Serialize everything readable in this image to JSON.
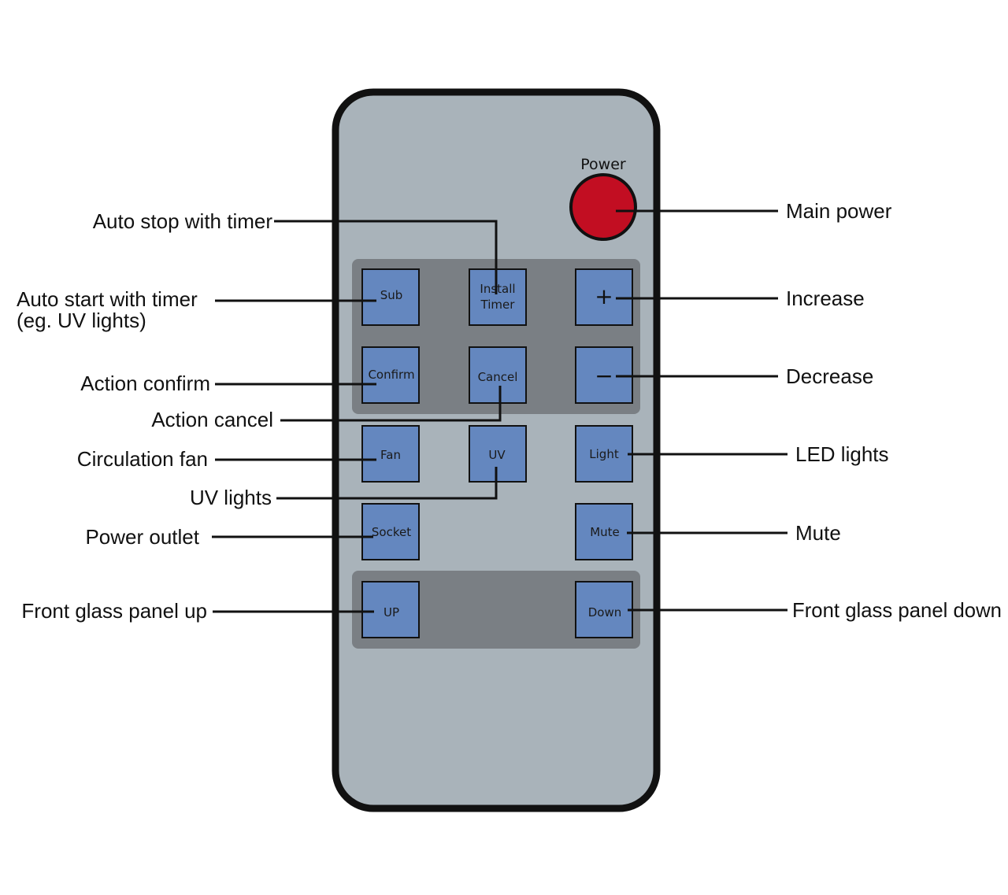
{
  "remote": {
    "power_label": "Power",
    "colors": {
      "body": "#a9b3ba",
      "outline": "#111111",
      "panel": "#7a7f84",
      "button": "#6487bf",
      "power": "#c20e22"
    },
    "buttons": {
      "sub": "Sub",
      "install_timer": [
        "Install",
        "Timer"
      ],
      "plus": "+",
      "confirm": "Confirm",
      "cancel": "Cancel",
      "minus": "−",
      "fan": "Fan",
      "uv": "UV",
      "light": "Light",
      "socket": "Socket",
      "mute": "Mute",
      "up": "UP",
      "down": "Down"
    }
  },
  "callouts": {
    "auto_stop": "Auto stop with timer",
    "auto_start": [
      "Auto start with timer",
      "(eg. UV lights)"
    ],
    "action_confirm": "Action confirm",
    "action_cancel": "Action cancel",
    "circulation_fan": "Circulation fan",
    "uv_lights": "UV lights",
    "power_outlet": "Power outlet",
    "front_up": "Front glass panel up",
    "main_power": "Main power",
    "increase": "Increase",
    "decrease": "Decrease",
    "led_lights": "LED lights",
    "mute": "Mute",
    "front_down": "Front glass panel down"
  }
}
